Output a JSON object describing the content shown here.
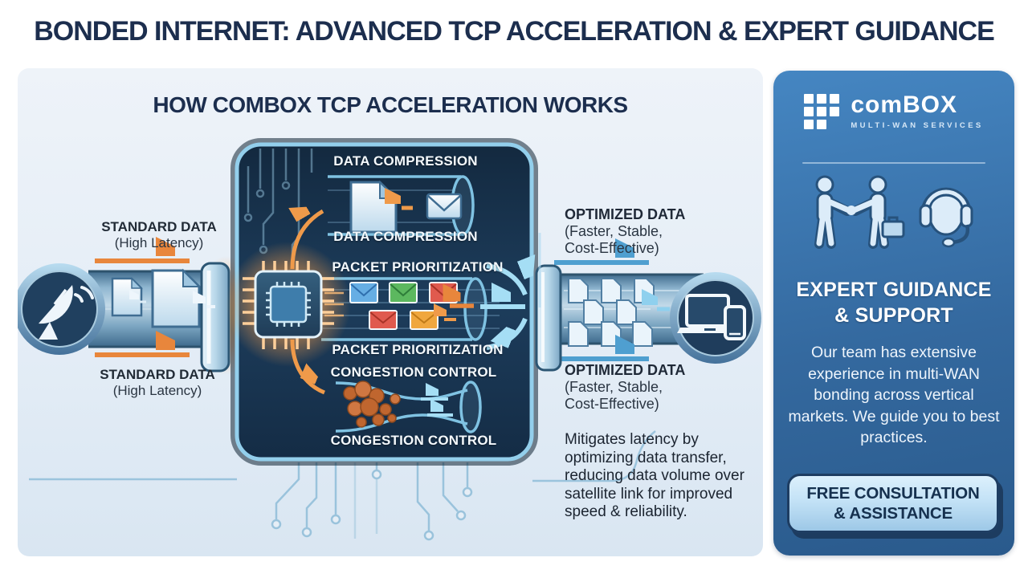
{
  "title": "BONDED INTERNET: ADVANCED TCP ACCELERATION & EXPERT GUIDANCE",
  "diagram": {
    "heading": "HOW COMBOX TCP ACCELERATION WORKS",
    "input_top": {
      "line1": "STANDARD DATA",
      "line2": "(High Latency)"
    },
    "input_bottom": {
      "line1": "STANDARD DATA",
      "line2": "(High Latency)"
    },
    "stages": {
      "compression": {
        "top": "DATA COMPRESSION",
        "bottom": "DATA COMPRESSION"
      },
      "prioritization": {
        "top": "PACKET PRIORITIZATION",
        "bottom": "PACKET PRIORITIZATION"
      },
      "congestion": {
        "top": "CONGESTION CONTROL",
        "bottom": "CONGESTION CONTROL"
      }
    },
    "output_top": {
      "line1": "OPTIMIZED DATA",
      "line2": "(Faster, Stable,",
      "line3": "Cost-Effective)"
    },
    "output_bottom": {
      "line1": "OPTIMIZED DATA",
      "line2": "(Faster, Stable,",
      "line3": "Cost-Effective)"
    },
    "note": "Mitigates latency by optimizing data transfer, reducing data volume over satellite link for improved speed & reliability.",
    "icons": [
      "satellite-dish-icon",
      "document-icon",
      "cpu-chip-icon",
      "envelope-icon",
      "congestion-packets-icon",
      "laptop-phone-icon"
    ]
  },
  "sidebar": {
    "logo": {
      "text": "comBOX",
      "tagline": "MULTI-WAN SERVICES"
    },
    "icons": [
      "combox-grid-icon",
      "handshake-icon",
      "headset-icon"
    ],
    "heading": {
      "line1": "EXPERT GUIDANCE",
      "line2": "& SUPPORT"
    },
    "body": "Our team has extensive experience in multi-WAN bonding across vertical markets. We guide you to best practices.",
    "cta": {
      "line1": "FREE CONSULTATION",
      "line2": "& ASSISTANCE"
    }
  },
  "colors": {
    "title-navy": "#1c2e4e",
    "panel-bg-top": "#eef3f9",
    "panel-bg-bottom": "#d9e6f2",
    "box-navy": "#1a3550",
    "box-border": "#93cfec",
    "accent-orange": "#e8863c",
    "arrow-blue": "#4f9fd0",
    "sidebar-top": "#4586c2",
    "sidebar-bottom": "#2a5a8c",
    "cta-bg": "#c3e2f6",
    "cta-text": "#16314f"
  }
}
